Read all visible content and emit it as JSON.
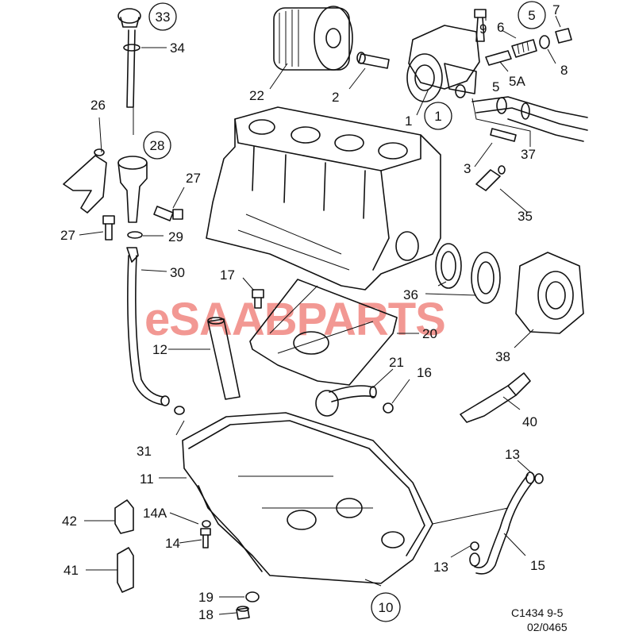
{
  "diagram": {
    "part_numbers": [
      "1",
      "2",
      "3",
      "5",
      "5A",
      "6",
      "7",
      "8",
      "9",
      "10",
      "11",
      "12",
      "13",
      "13",
      "14",
      "14A",
      "15",
      "16",
      "17",
      "18",
      "19",
      "20",
      "21",
      "22",
      "26",
      "27",
      "27",
      "28",
      "29",
      "30",
      "31",
      "33",
      "34",
      "35",
      "36",
      "37",
      "38",
      "40",
      "41",
      "42"
    ],
    "circled_numbers": [
      "1",
      "5",
      "10",
      "28",
      "33"
    ],
    "watermark": "eSAABPARTS",
    "figure_code": "C1434 9-5",
    "date_code": "02/0465"
  }
}
